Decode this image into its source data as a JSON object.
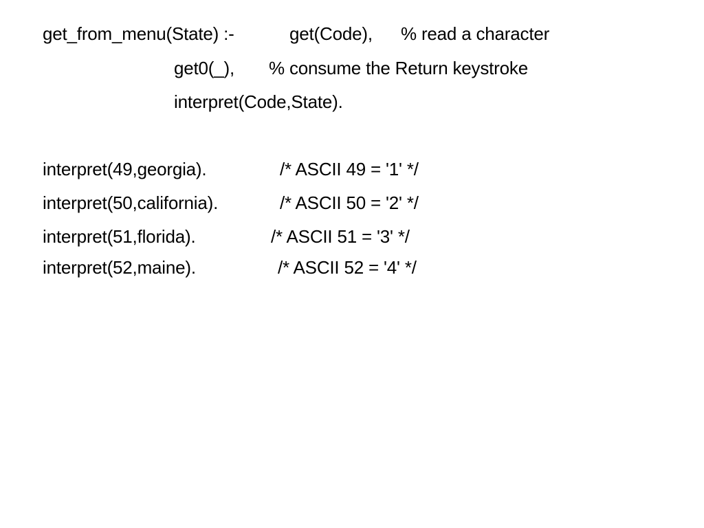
{
  "code": {
    "head": "get_from_menu(State) :-",
    "goal1": "get(Code),",
    "comment1": "% read a character",
    "goal2": "get0(_),",
    "comment2": "% consume the Return keystroke",
    "goal3": "interpret(Code,State).",
    "facts": [
      {
        "fact": "interpret(49,georgia).",
        "comment": "/* ASCII 49 = '1' */"
      },
      {
        "fact": "interpret(50,california).",
        "comment": "/* ASCII 50 = '2' */"
      },
      {
        "fact": "interpret(51,florida).",
        "comment": "/* ASCII 51 = '3' */"
      },
      {
        "fact": "interpret(52,maine).",
        "comment": "/* ASCII 52 = '4' */"
      }
    ]
  }
}
